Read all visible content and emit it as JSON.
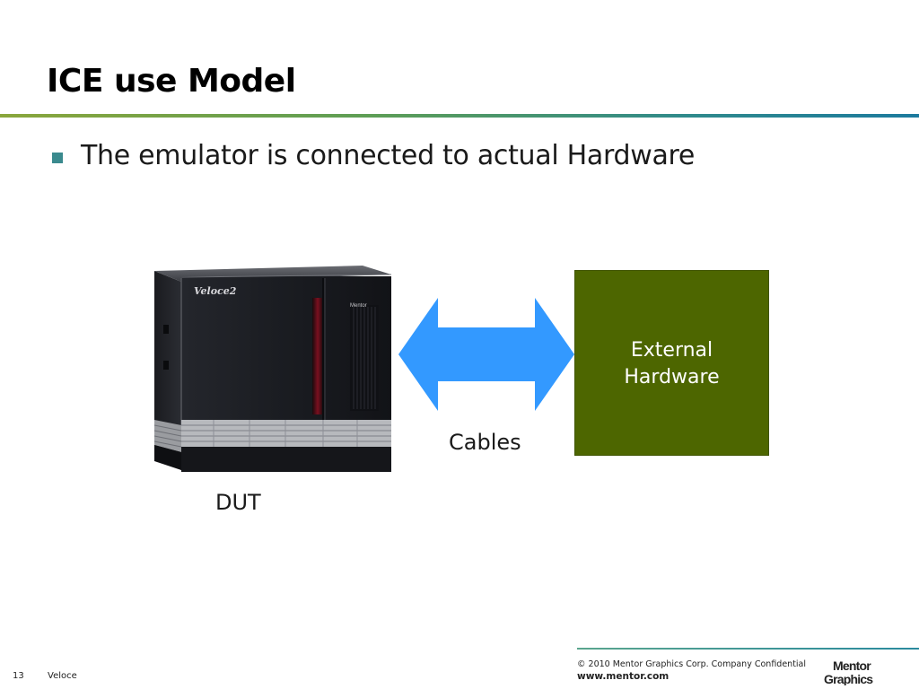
{
  "slide": {
    "title": "ICE use Model",
    "bullets": [
      {
        "text": "The emulator is connected to actual Hardware"
      }
    ]
  },
  "diagram": {
    "external_hardware_label": "External Hardware",
    "cables_label": "Cables",
    "dut_label": "DUT",
    "emulator_brand": "Veloce2",
    "colors": {
      "external_hardware_fill": "#4d6600",
      "arrow_fill": "#3399ff"
    }
  },
  "footer": {
    "page_number": "13",
    "product": "Veloce",
    "copyright": "© 2010 Mentor Graphics Corp. Company Confidential",
    "website": "www.mentor.com",
    "logo_text": "Mentor Graphics"
  },
  "theme": {
    "bullet_color": "#3a8a8e",
    "title_rule_color": "#5e9e55"
  }
}
